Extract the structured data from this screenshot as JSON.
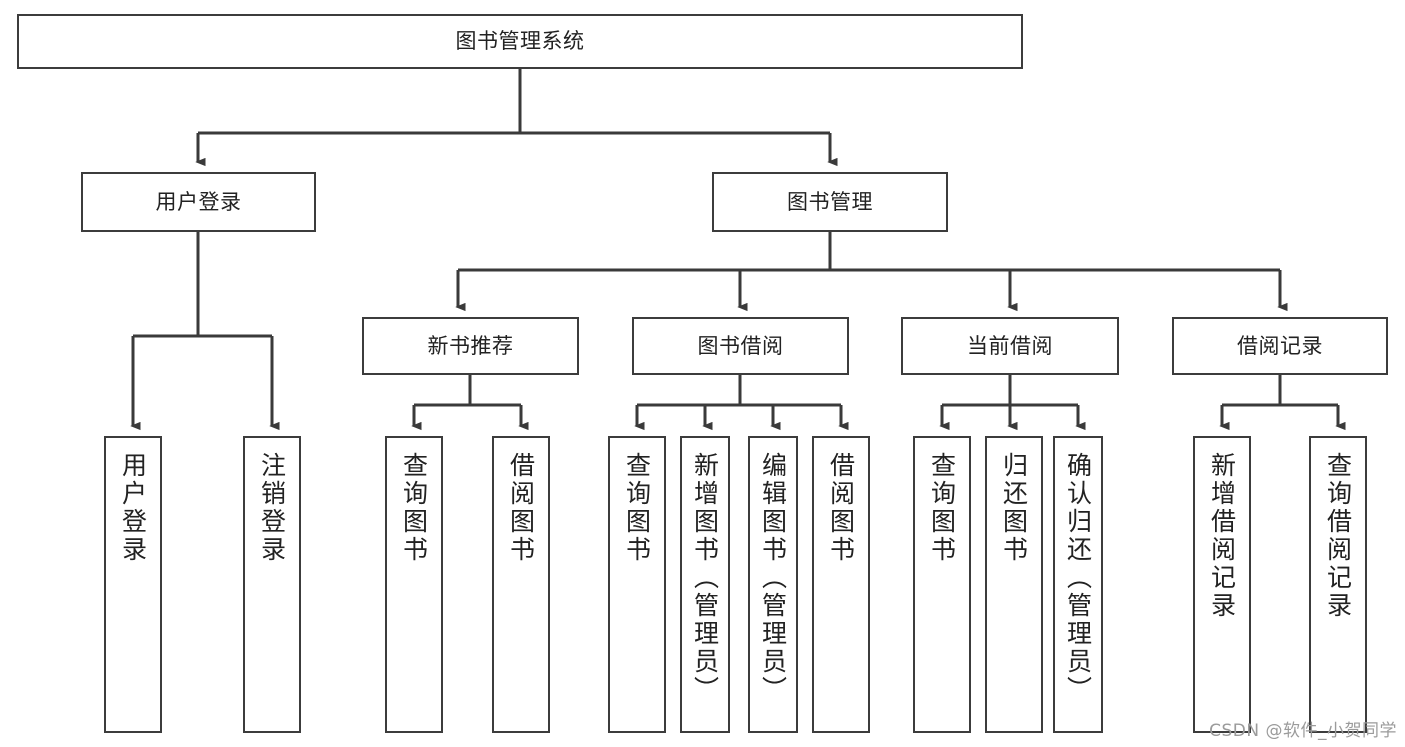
{
  "diagram": {
    "title": "图书管理系统",
    "root": {
      "id": "root",
      "label": "图书管理系统"
    },
    "level2": [
      {
        "id": "user-login",
        "label": "用户登录"
      },
      {
        "id": "book-manage",
        "label": "图书管理"
      }
    ],
    "level3": [
      {
        "id": "new-book-rec",
        "label": "新书推荐"
      },
      {
        "id": "book-borrow",
        "label": "图书借阅"
      },
      {
        "id": "current-borrow",
        "label": "当前借阅"
      },
      {
        "id": "borrow-record",
        "label": "借阅记录"
      }
    ],
    "leaves": [
      {
        "id": "leaf-user-login",
        "label": "用户登录",
        "parent": "user-login"
      },
      {
        "id": "leaf-logout-login",
        "label": "注销登录",
        "parent": "user-login"
      },
      {
        "id": "leaf-query-book-1",
        "label": "查询图书",
        "parent": "new-book-rec"
      },
      {
        "id": "leaf-borrow-book-1",
        "label": "借阅图书",
        "parent": "new-book-rec"
      },
      {
        "id": "leaf-query-book-2",
        "label": "查询图书",
        "parent": "book-borrow"
      },
      {
        "id": "leaf-add-book",
        "label": "新增图书（管理员）",
        "parent": "book-borrow"
      },
      {
        "id": "leaf-edit-book",
        "label": "编辑图书（管理员）",
        "parent": "book-borrow"
      },
      {
        "id": "leaf-borrow-book-2",
        "label": "借阅图书",
        "parent": "book-borrow"
      },
      {
        "id": "leaf-query-book-3",
        "label": "查询图书",
        "parent": "current-borrow"
      },
      {
        "id": "leaf-return-book",
        "label": "归还图书",
        "parent": "current-borrow"
      },
      {
        "id": "leaf-confirm-return",
        "label": "确认归还（管理员）",
        "parent": "current-borrow"
      },
      {
        "id": "leaf-add-record",
        "label": "新增借阅记录",
        "parent": "borrow-record"
      },
      {
        "id": "leaf-query-record",
        "label": "查询借阅记录",
        "parent": "borrow-record"
      }
    ],
    "colors": {
      "border": "#3c3c3c",
      "fill": "#ffffff",
      "text": "#222222",
      "connector": "#3a3a3a",
      "watermark": "#9b9b9b"
    }
  },
  "watermark": {
    "text": "CSDN @软件_小贺同学"
  }
}
